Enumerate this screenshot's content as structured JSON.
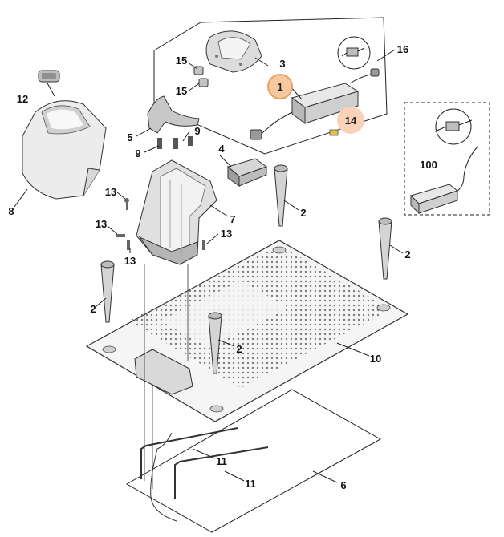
{
  "diagram": {
    "labels": [
      "1",
      "2",
      "3",
      "4",
      "5",
      "6",
      "7",
      "8",
      "9",
      "10",
      "11",
      "12",
      "13",
      "14",
      "15",
      "16",
      "100"
    ],
    "highlighted": [
      "1",
      "14"
    ],
    "colors": {
      "highlight_ring": "#e8a060",
      "highlight_fill": "#f7c9a0",
      "highlight_fill_soft": "#f9d3b8",
      "line": "#222222",
      "part_light": "#e6e6e6",
      "part_mid": "#c8c8c8",
      "part_dark": "#8a8a8a"
    }
  }
}
